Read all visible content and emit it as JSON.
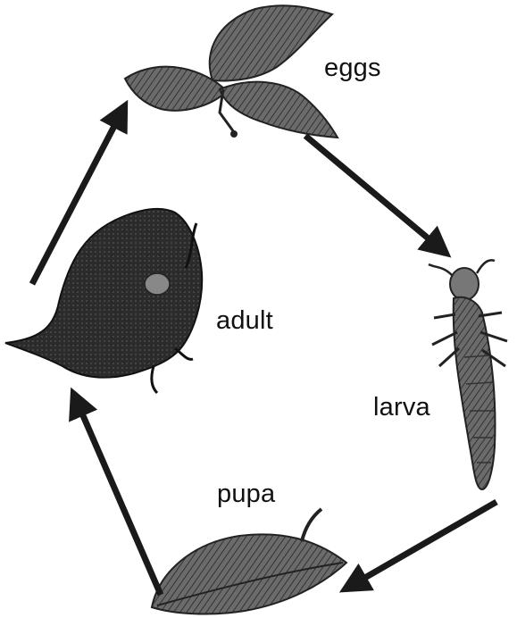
{
  "diagram": {
    "stages": {
      "eggs": "eggs",
      "larva": "larva",
      "pupa": "pupa",
      "adult": "adult"
    },
    "colors": {
      "ink": "#1a1a1a",
      "leaf": "#5a5a5a",
      "insect": "#2a2a2a"
    }
  }
}
